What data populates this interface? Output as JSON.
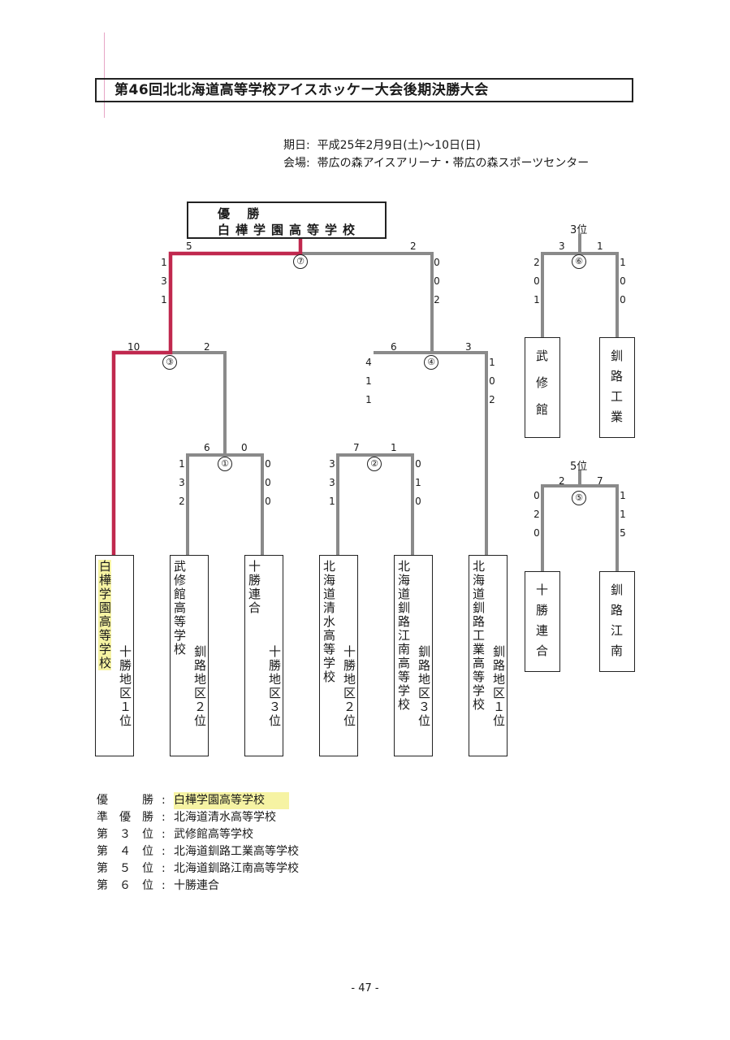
{
  "title": "第46回北北海道高等学校アイスホッケー大会後期決勝大会",
  "info": {
    "date_label": "期日",
    "date_value": "平成25年2月9日(土)～10日(日)",
    "venue_label": "会場",
    "venue_value": "帯広の森アイスアリーナ・帯広の森スポーツセンター"
  },
  "champion_box": {
    "label": "優 勝",
    "name": "白樺学園高等学校"
  },
  "teams": [
    {
      "name": "白樺学園高等学校",
      "region": "十勝地区１位"
    },
    {
      "name": "武修館高等学校",
      "region": "釧路地区２位"
    },
    {
      "name": "十勝連合",
      "region": "十勝地区３位"
    },
    {
      "name": "北海道清水高等学校",
      "region": "十勝地区２位"
    },
    {
      "name": "北海道釧路江南高等学校",
      "region": "釧路地区３位"
    },
    {
      "name": "北海道釧路工業高等学校",
      "region": "釧路地区１位"
    }
  ],
  "matches": {
    "m1": {
      "no": "①",
      "left_total": "6",
      "right_total": "0",
      "left_periods": [
        "1",
        "3",
        "2"
      ],
      "right_periods": [
        "0",
        "0",
        "0"
      ]
    },
    "m2": {
      "no": "②",
      "left_total": "7",
      "right_total": "1",
      "left_periods": [
        "3",
        "3",
        "1"
      ],
      "right_periods": [
        "0",
        "1",
        "0"
      ]
    },
    "m3": {
      "no": "③",
      "left_total": "10",
      "right_total": "2"
    },
    "m4": {
      "no": "④",
      "left_total": "6",
      "right_total": "3",
      "left_periods": [
        "4",
        "1",
        "1"
      ],
      "right_periods": [
        "1",
        "0",
        "2"
      ]
    },
    "m7": {
      "no": "⑦",
      "left_total": "5",
      "right_total": "2",
      "left_periods": [
        "1",
        "3",
        "1"
      ],
      "right_periods": [
        "0",
        "0",
        "2"
      ]
    }
  },
  "third_place": {
    "label": "3位",
    "no": "⑥",
    "left_total": "3",
    "right_total": "1",
    "left_periods": [
      "2",
      "0",
      "1"
    ],
    "right_periods": [
      "1",
      "0",
      "0"
    ],
    "left_team": "武修館",
    "right_team": "釧路工業"
  },
  "fifth_place": {
    "label": "5位",
    "no": "⑤",
    "left_total": "2",
    "right_total": "7",
    "left_periods": [
      "0",
      "2",
      "0"
    ],
    "right_periods": [
      "1",
      "1",
      "5"
    ],
    "left_team": "十勝連合",
    "right_team": "釧路江南"
  },
  "results": [
    {
      "label": "優勝",
      "value": "白樺学園高等学校",
      "highlight": true
    },
    {
      "label": "準優勝",
      "value": "北海道清水高等学校",
      "highlight": false
    },
    {
      "label": "第３位",
      "value": "武修館高等学校",
      "highlight": false
    },
    {
      "label": "第４位",
      "value": "北海道釧路工業高等学校",
      "highlight": false
    },
    {
      "label": "第５位",
      "value": "北海道釧路江南高等学校",
      "highlight": false
    },
    {
      "label": "第６位",
      "value": "十勝連合",
      "highlight": false
    }
  ],
  "page_number": "- 47 -",
  "colors": {
    "winner_line": "#c0284e",
    "bracket_line": "#8a8a8a",
    "highlight": "#f6f3a3"
  }
}
